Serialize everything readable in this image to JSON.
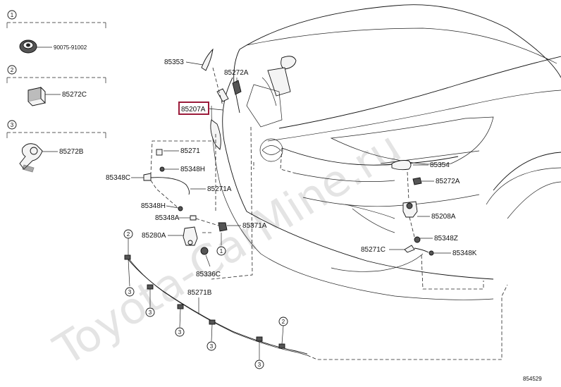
{
  "watermark": "Toyota-CarMine.ru",
  "legend": [
    {
      "num": "1",
      "label": "90075-91002"
    },
    {
      "num": "2",
      "label": "85272C"
    },
    {
      "num": "3",
      "label": "85272B"
    }
  ],
  "labels": {
    "l85353": "85353",
    "l85272A_top": "85272A",
    "l85207A": "85207A",
    "l85271": "85271",
    "l85348H_1": "85348H",
    "l85348C": "85348C",
    "l85271A": "85271A",
    "l85348H_2": "85348H",
    "l85348A": "85348A",
    "l85371A": "85371A",
    "l85280A": "85280A",
    "l85336C": "85336C",
    "l85271B": "85271B",
    "l85354": "85354",
    "l85272A_right": "85272A",
    "l85208A": "85208A",
    "l85348Z": "85348Z",
    "l85271C": "85271C",
    "l85348K": "85348K",
    "diagram_code": "854529"
  },
  "callouts": {
    "c1_main": "1",
    "c2_left": "2",
    "c2_right": "2",
    "c3_a": "3",
    "c3_b": "3",
    "c3_c": "3",
    "c3_d": "3",
    "c3_e": "3"
  },
  "highlight_color": "#9b1b3a"
}
